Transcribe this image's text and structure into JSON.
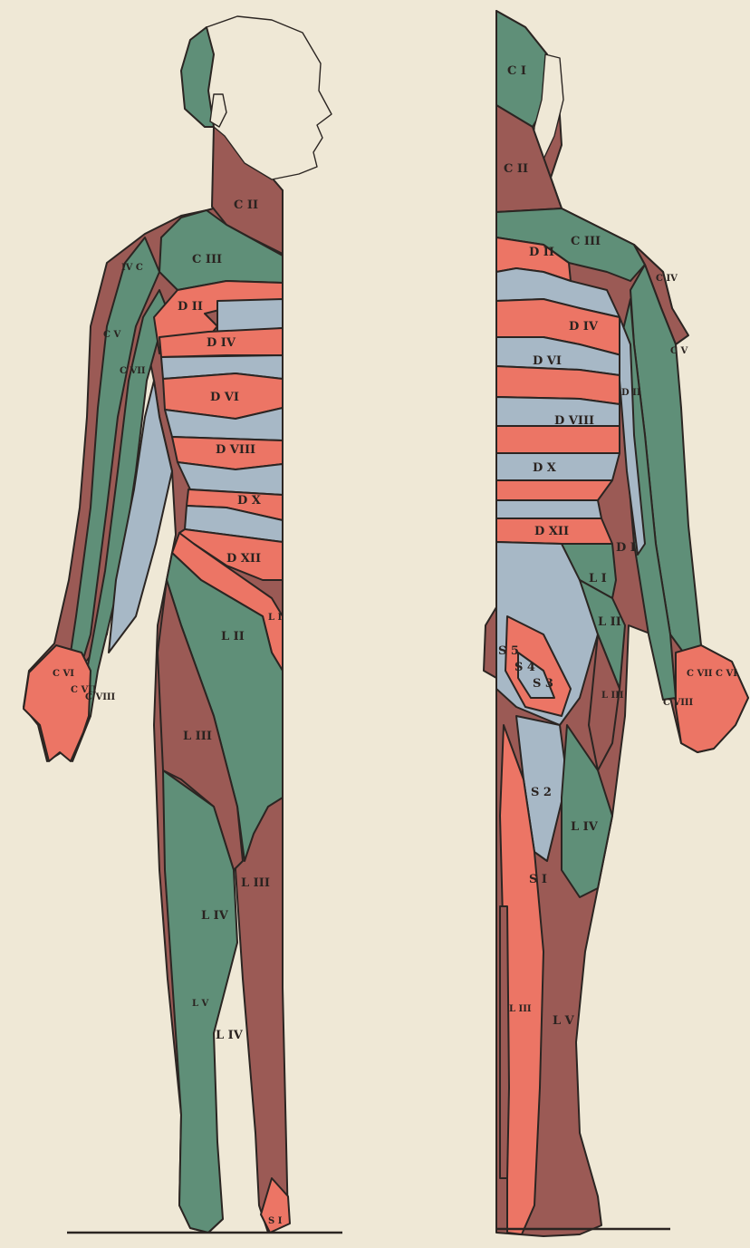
{
  "colors": {
    "background": "#efe8d6",
    "green": "#5f8f78",
    "maroon": "#9b5a55",
    "red": "#ec7565",
    "blue": "#a7b8c6",
    "outline": "#2b2522"
  },
  "front_labels": {
    "c2": "C II",
    "c3": "C III",
    "c4": "IV C",
    "c5": "C V",
    "c7": "C VII",
    "c6": "C VI",
    "c7_hand": "C VII",
    "c8": "C VIII",
    "d2": "D II",
    "d4": "D IV",
    "d6": "D VI",
    "d8": "D VIII",
    "d10": "D X",
    "d12": "D XII",
    "l1": "L I",
    "l2": "L II",
    "l3": "L III",
    "l3_knee": "L III",
    "l4": "L IV",
    "l5": "L V",
    "l4_shin": "L IV",
    "s1": "S I"
  },
  "back_labels": {
    "c1": "C I",
    "c2": "C II",
    "c3": "C III",
    "c4": "C IV",
    "c5": "C V",
    "c7": "C VII",
    "c6": "C VI",
    "c8": "C VIII",
    "d2": "D II",
    "d4": "D IV",
    "d6": "D VI",
    "d2_arm": "D II",
    "d8": "D VIII",
    "d10": "D X",
    "d12": "D XII",
    "d1": "D I",
    "l1": "L I",
    "l2": "L II",
    "l3": "L III",
    "l3_leg": "L III",
    "l4": "L IV",
    "l5": "L V",
    "s1": "S I",
    "s2": "S 2",
    "s3": "S 3",
    "s4": "S 4",
    "s5": "S 5"
  }
}
